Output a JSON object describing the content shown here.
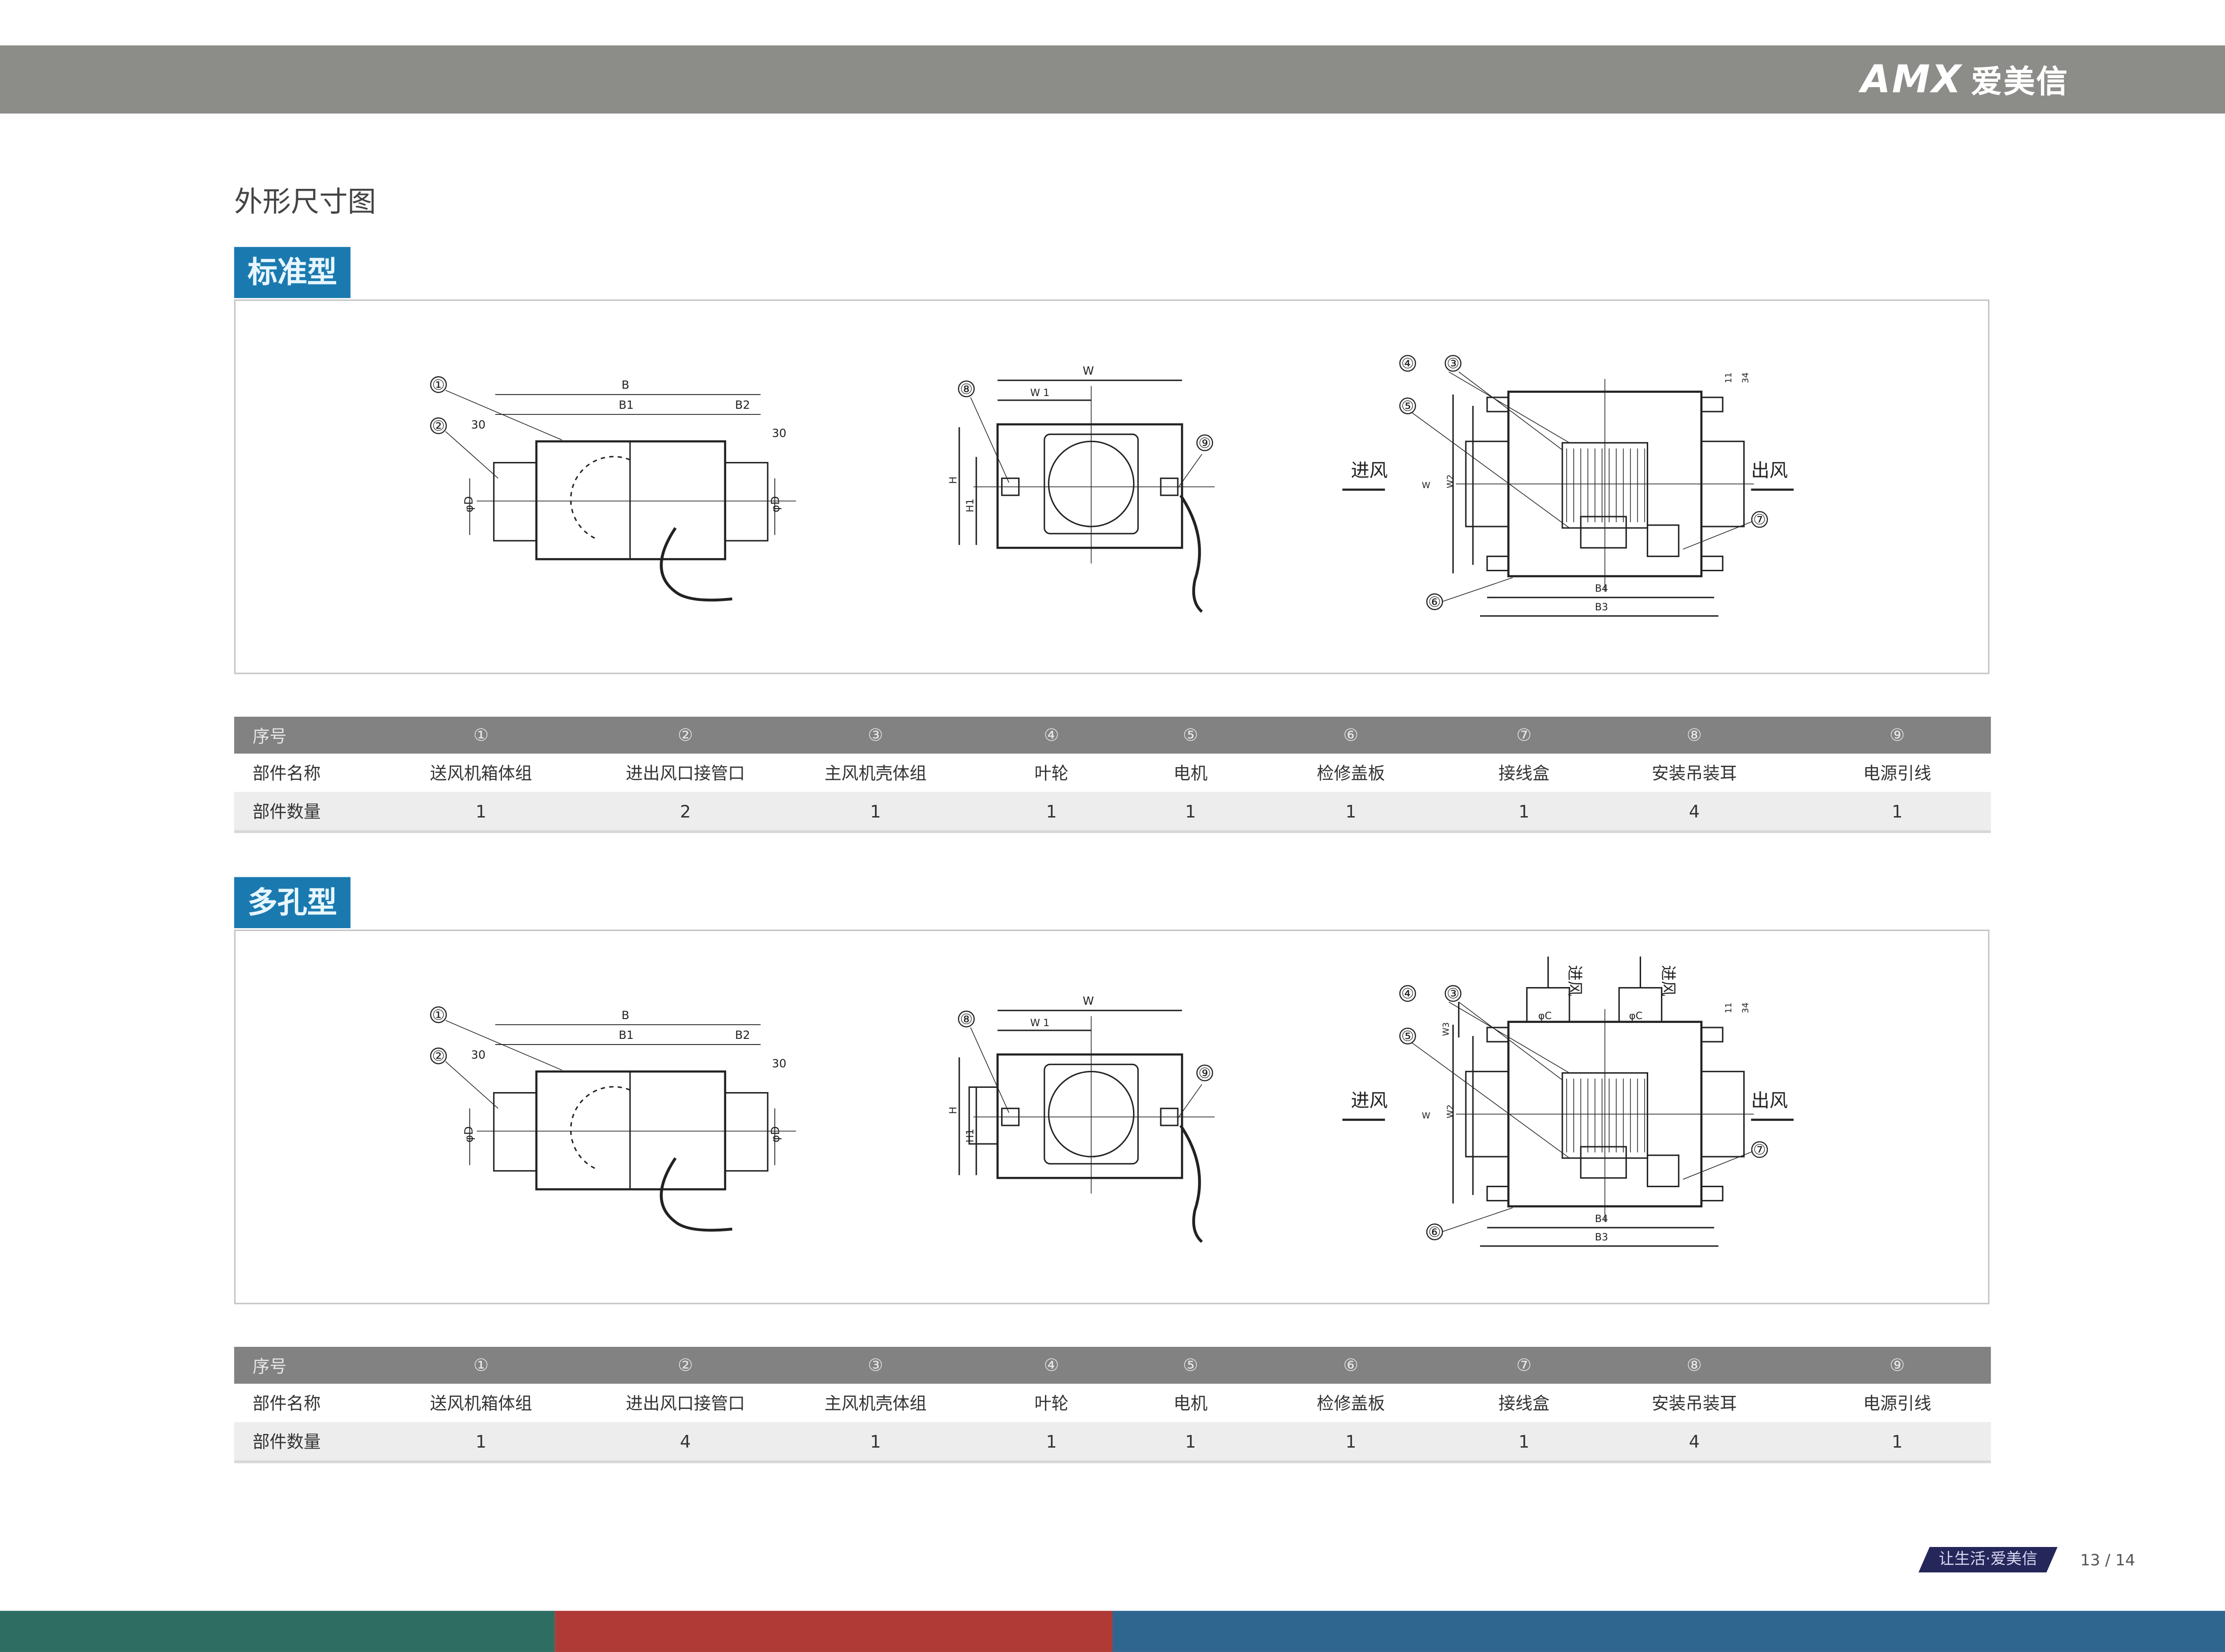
{
  "header": {
    "logo_en": "AMX",
    "logo_cn": "爱美信"
  },
  "page_title": "外形尺寸图",
  "dim_labels": {
    "B": "B",
    "B1": "B1",
    "B2": "B2",
    "d30": "30",
    "phiD": "φD",
    "W": "W",
    "W1": "W 1",
    "H": "H",
    "H1": "H1",
    "W2": "W2",
    "W3": "W3",
    "B3": "B3",
    "B4": "B4",
    "d11": "11",
    "d34": "34",
    "phiC": "φC",
    "inlet": "进风",
    "outlet": "出风"
  },
  "markers": [
    "①",
    "②",
    "③",
    "④",
    "⑤",
    "⑥",
    "⑦",
    "⑧",
    "⑨"
  ],
  "sections": [
    {
      "title": "标准型",
      "table": {
        "header_label": "序号",
        "numbers": [
          "①",
          "②",
          "③",
          "④",
          "⑤",
          "⑥",
          "⑦",
          "⑧",
          "⑨"
        ],
        "name_label": "部件名称",
        "names": [
          "送风机箱体组",
          "进出风口接管口",
          "主风机壳体组",
          "叶轮",
          "电机",
          "检修盖板",
          "接线盒",
          "安装吊装耳",
          "电源引线"
        ],
        "qty_label": "部件数量",
        "qty": [
          "1",
          "2",
          "1",
          "1",
          "1",
          "1",
          "1",
          "4",
          "1"
        ]
      }
    },
    {
      "title": "多孔型",
      "table": {
        "header_label": "序号",
        "numbers": [
          "①",
          "②",
          "③",
          "④",
          "⑤",
          "⑥",
          "⑦",
          "⑧",
          "⑨"
        ],
        "name_label": "部件名称",
        "names": [
          "送风机箱体组",
          "进出风口接管口",
          "主风机壳体组",
          "叶轮",
          "电机",
          "检修盖板",
          "接线盒",
          "安装吊装耳",
          "电源引线"
        ],
        "qty_label": "部件数量",
        "qty": [
          "1",
          "4",
          "1",
          "1",
          "1",
          "1",
          "1",
          "4",
          "1"
        ]
      }
    }
  ],
  "footer": {
    "slogan": "让生活·爱美信",
    "page": "13 / 14"
  },
  "colors": {
    "header": "#8c8c88",
    "tag": "#1a7ab0",
    "bar_green": "#2e6e62",
    "bar_red": "#b03a36",
    "bar_blue": "#2f6690"
  }
}
